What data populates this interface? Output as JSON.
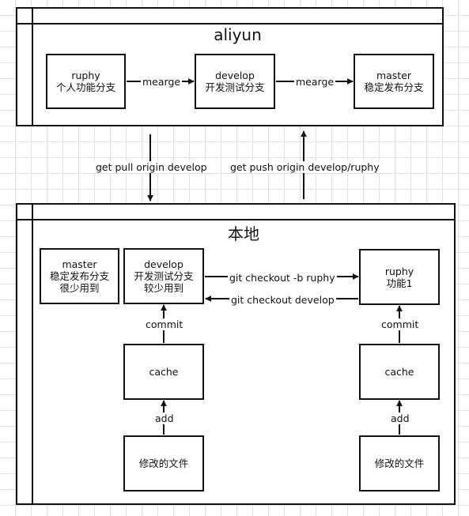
{
  "remote": {
    "title": "aliyun",
    "nodes": {
      "ruphy": {
        "line1": "ruphy",
        "line2": "个人功能分支"
      },
      "develop": {
        "line1": "develop",
        "line2": "开发测试分支"
      },
      "master": {
        "line1": "master",
        "line2": "稳定发布分支"
      }
    },
    "edges": {
      "merge1": "mearge",
      "merge2": "mearge"
    }
  },
  "sync": {
    "pull": "get pull origin develop",
    "push": "get push origin develop/ruphy"
  },
  "local": {
    "title": "本地",
    "nodes": {
      "master": {
        "line1": "master",
        "line2": "稳定发布分支",
        "line3": "很少用到"
      },
      "develop": {
        "line1": "develop",
        "line2": "开发测试分支",
        "line3": "较少用到"
      },
      "ruphy": {
        "line1": "ruphy",
        "line2": "功能1"
      },
      "cache_left": "cache",
      "cache_right": "cache",
      "files_left": "修改的文件",
      "files_right": "修改的文件"
    },
    "edges": {
      "checkout_b": "git checkout -b ruphy",
      "checkout_dev": "git checkout develop",
      "commit_left": "commit",
      "commit_right": "commit",
      "add_left": "add",
      "add_right": "add"
    }
  }
}
